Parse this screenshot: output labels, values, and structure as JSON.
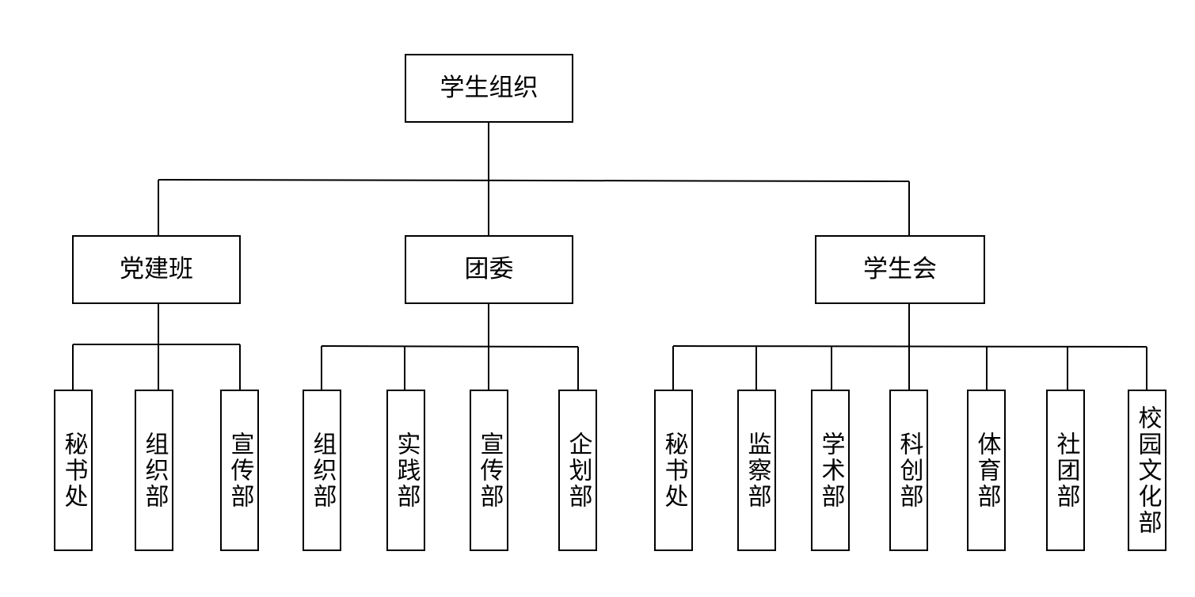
{
  "root": {
    "label": "学生组织"
  },
  "branches": [
    {
      "label": "党建班",
      "departments": [
        "秘书处",
        "组织部",
        "宣传部"
      ]
    },
    {
      "label": "团委",
      "departments": [
        "组织部",
        "实践部",
        "宣传部",
        "企划部"
      ]
    },
    {
      "label": "学生会",
      "departments": [
        "秘书处",
        "监察部",
        "学术部",
        "科创部",
        "体育部",
        "社团部",
        "校园文化部"
      ]
    }
  ]
}
